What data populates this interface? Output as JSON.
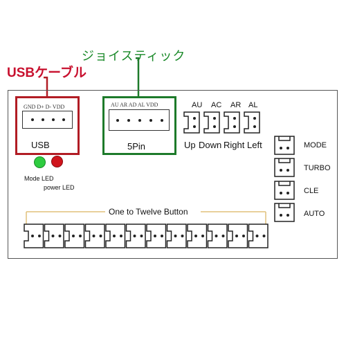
{
  "callouts": {
    "usb_cable": "USBケーブル",
    "joystick": "ジョイスティック"
  },
  "usb_connector": {
    "pins": "GND D+ D- VDD",
    "label": "USB"
  },
  "joystick_connector": {
    "pins": "AU AR AD AL VDD",
    "label": "5Pin"
  },
  "leds": {
    "mode_label": "Mode LED",
    "power_label": "power LED",
    "mode_color": "#2ecc40",
    "power_color": "#d0141c"
  },
  "direction_headers": [
    {
      "top": "AU",
      "bottom": "Up"
    },
    {
      "top": "AC",
      "bottom": "Down"
    },
    {
      "top": "AR",
      "bottom": "Right"
    },
    {
      "top": "AL",
      "bottom": "Left"
    }
  ],
  "function_headers": [
    "MODE",
    "TURBO",
    "CLE",
    "AUTO"
  ],
  "button_row": {
    "label": "One to Twelve Button",
    "count": 12
  },
  "colors": {
    "usb_accent": "#b11c24",
    "joystick_accent": "#1d7a2a",
    "dimension_line": "#e0c07a"
  }
}
